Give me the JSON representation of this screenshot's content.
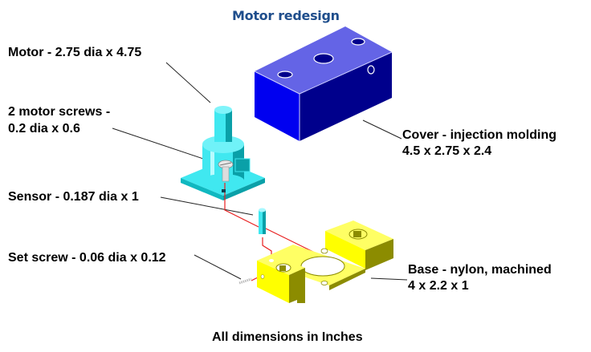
{
  "title": "Motor redesign",
  "labels": {
    "motor": "Motor - 2.75 dia x 4.75",
    "screws_line1": "2 motor screws -",
    "screws_line2": "0.2 dia x 0.6",
    "sensor": "Sensor - 0.187 dia x 1",
    "set_screw": "Set screw - 0.06 dia x 0.12",
    "cover_line1": "Cover - injection molding",
    "cover_line2": "4.5 x 2.75 x 2.4",
    "base_line1": "Base - nylon, machined",
    "base_line2": "4 x 2.2 x 1"
  },
  "footer": "All dimensions  in Inches",
  "colors": {
    "title": "#1f4e8c",
    "cover_top": "#6464e6",
    "cover_front": "#0000f0",
    "cover_side": "#00008c",
    "motor": "#40e8f0",
    "motor_dark": "#0aa0a8",
    "base_top": "#ffff64",
    "base_front": "#ffff00",
    "base_side": "#8c8c00",
    "assembly_line": "#e82020"
  }
}
